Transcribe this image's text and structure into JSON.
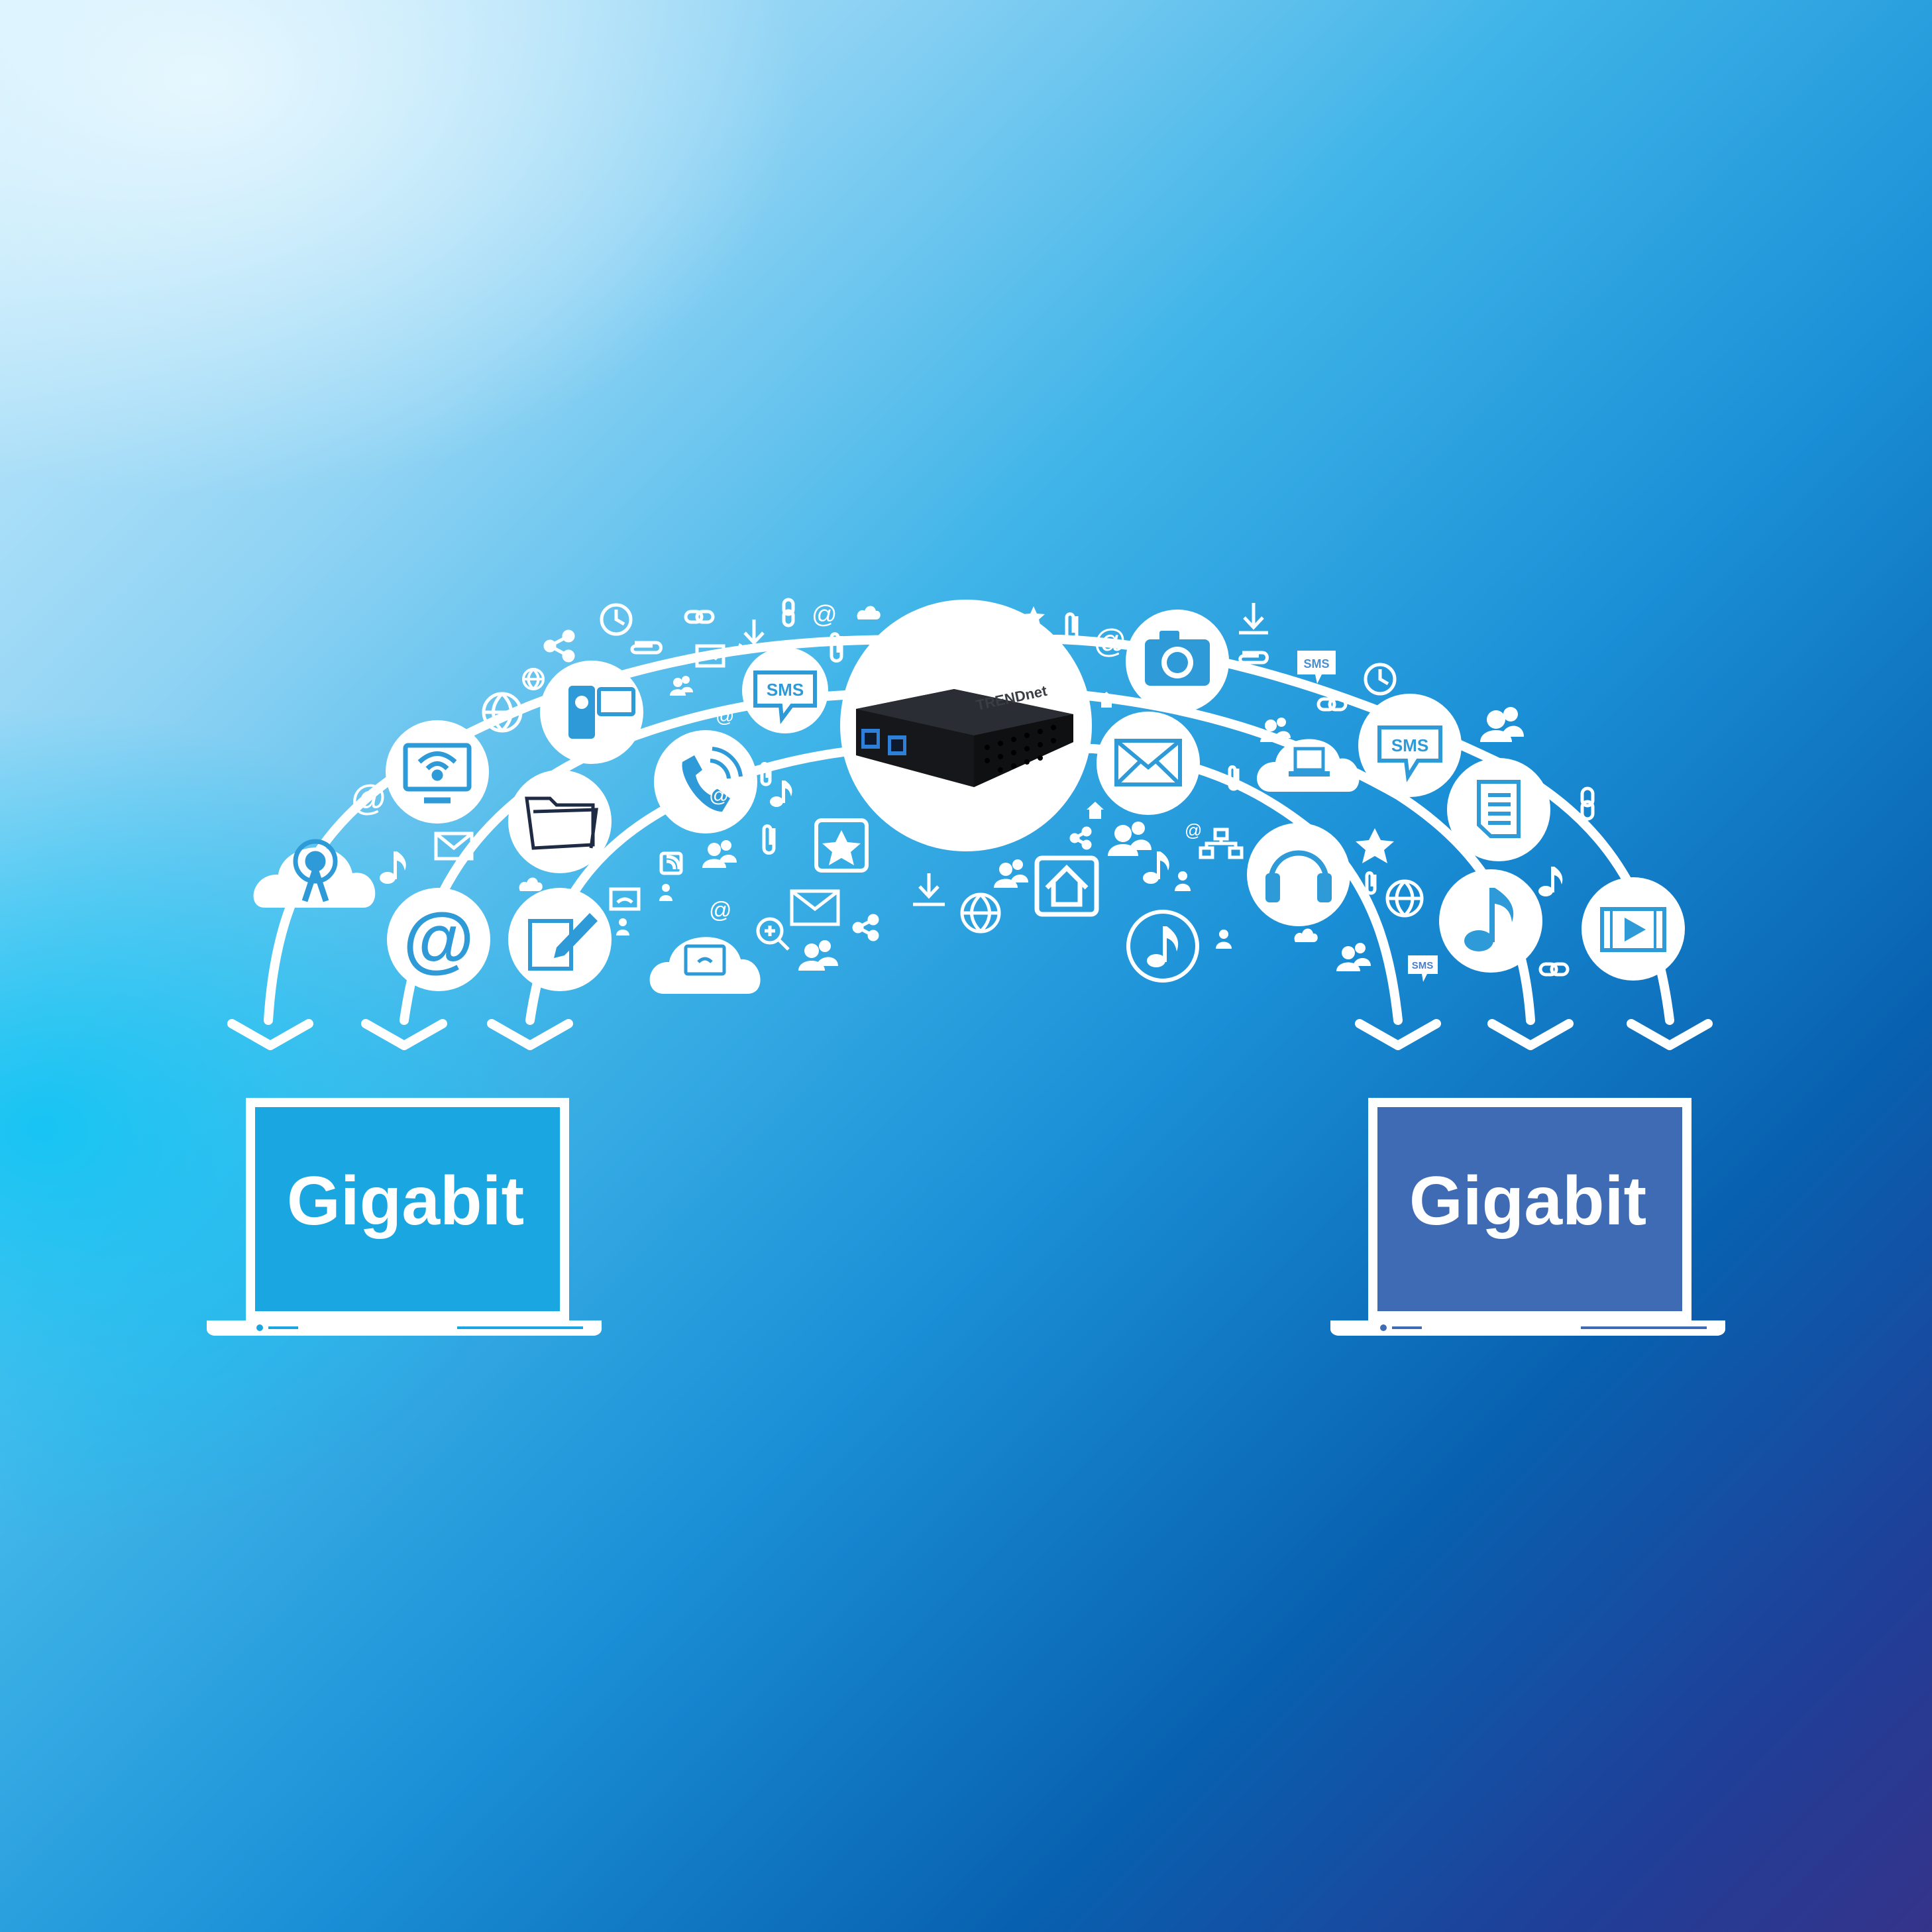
{
  "laptops": {
    "left": {
      "label": "Gigabit",
      "screen_color": "#19a6e1"
    },
    "right": {
      "label": "Gigabit",
      "screen_color": "#3f6bb5"
    }
  },
  "bubbles": {
    "sms_top": "SMS",
    "sms_right": "SMS",
    "sms_small": "SMS",
    "sms_tiny": "SMS"
  },
  "device": {
    "brand": "TRENDnet",
    "type": "network switch",
    "body_color": "#15171a",
    "port_color": "#2e7fd8"
  },
  "colors": {
    "arc": "#ffffff",
    "icon_blue": "#2e9ad8"
  }
}
